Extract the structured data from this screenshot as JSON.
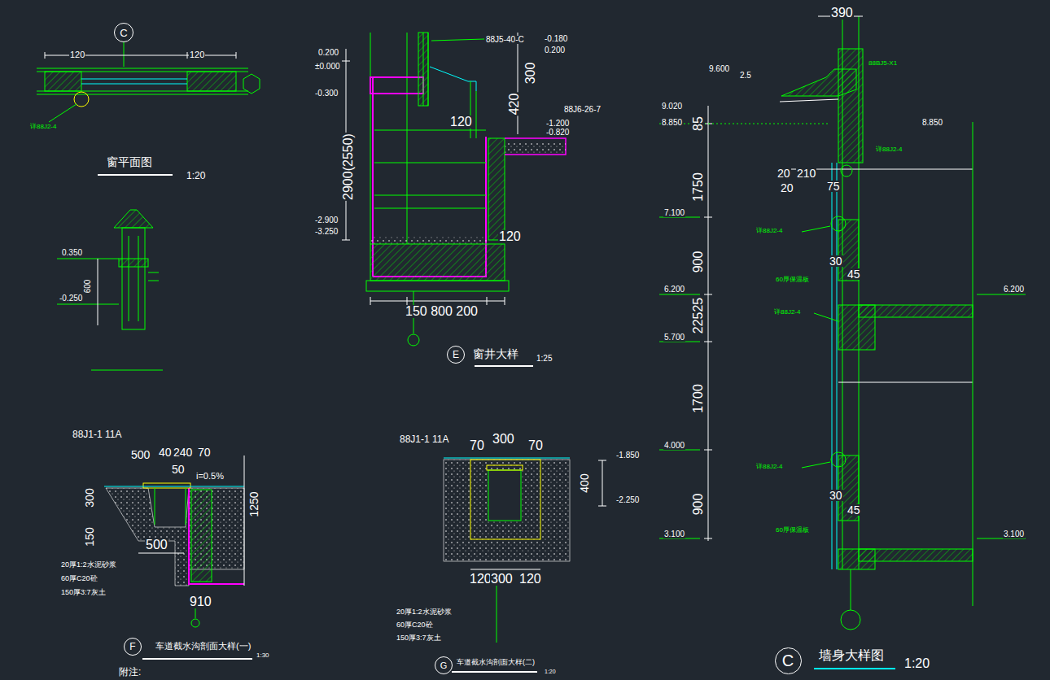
{
  "diagram": {
    "nodes": [
      {
        "text": [
          "C"
        ]
      },
      {
        "text": [
          "E"
        ]
      },
      {
        "text": [
          "F"
        ]
      },
      {
        "text": [
          "G"
        ]
      },
      {
        "text": [
          "C"
        ]
      }
    ],
    "labels": [
      "120",
      "120",
      "详88J2-4",
      "窗平面图",
      "1:20",
      "0.350",
      "-0.250",
      "600",
      "0.200",
      "±0.000",
      "-0.300",
      "2900(2550)",
      "-2.900",
      "-3.250",
      "88J5-40-C",
      "-0.180",
      "0.200",
      "300",
      "420",
      "88J6-26-7",
      "-1.200",
      "-0.820",
      "120",
      "120",
      "150 800 200",
      "窗井大样",
      "1:25",
      "390",
      "9.600",
      "2.5",
      "9.020",
      "8.850",
      "8.850",
      "85",
      "1750",
      "7.100",
      "900",
      "6.200",
      "6.200",
      "22525",
      "5.700",
      "1700",
      "4.000",
      "900",
      "3.100",
      "3.100",
      "20",
      "210",
      "20",
      "75",
      "30",
      "45",
      "30",
      "45",
      "60厚保温板",
      "60厚保温板",
      "88BJ5-X1",
      "详88J2-4",
      "详88J2-4",
      "详88J2-4",
      "详88J2-4",
      "墙身大样图",
      "1:20",
      "88J1-1 11A",
      "500",
      "40",
      "240",
      "70",
      "50",
      "i=0.5%",
      "300",
      "150",
      "1250",
      "500",
      "20厚1:2水泥砂浆",
      "60厚C20砼",
      "150厚3:7灰土",
      "910",
      "车道截水沟剖面大样(一)",
      "1:30",
      "附注:",
      "88J1-1 11A",
      "70",
      "300",
      "70",
      "-1.850",
      "-2.250",
      "400",
      "120",
      "300",
      "120",
      "20厚1:2水泥砂浆",
      "60厚C20砼",
      "150厚3:7灰土",
      "车道截水沟剖面大样(二)",
      "1:20"
    ]
  }
}
